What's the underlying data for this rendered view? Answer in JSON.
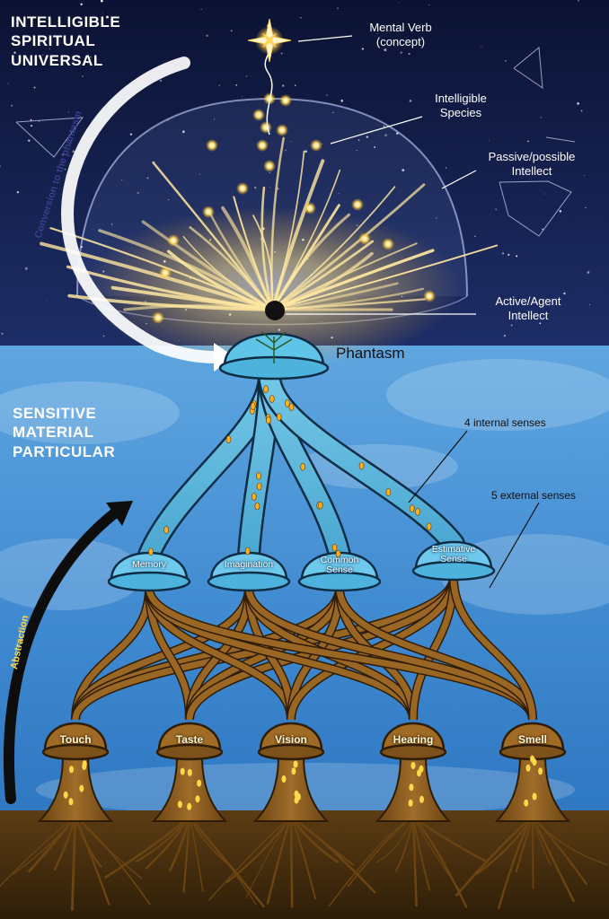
{
  "top_heading": [
    "INTELLIGIBLE",
    "SPIRITUAL",
    "UNIVERSAL"
  ],
  "bottom_heading": [
    "SENSITIVE",
    "MATERIAL",
    "PARTICULAR"
  ],
  "labels": {
    "mental_verb": [
      "Mental Verb",
      "(concept)"
    ],
    "intelligible_species": [
      "Intelligible",
      "Species"
    ],
    "passive_intellect": [
      "Passive/possible",
      "Intellect"
    ],
    "active_intellect": [
      "Active/Agent",
      "Intellect"
    ],
    "phantasm": "Phantasm",
    "internal_senses": "4 internal senses",
    "external_senses": "5 external senses",
    "conversion": "Conversion to the phantasm",
    "abstraction": "Abstraction"
  },
  "internal_senses": [
    {
      "lines": [
        "Memory"
      ]
    },
    {
      "lines": [
        "Imagination"
      ]
    },
    {
      "lines": [
        "Common",
        "Sense"
      ]
    },
    {
      "lines": [
        "Estimative",
        "Sense"
      ]
    }
  ],
  "external_senses": [
    "Touch",
    "Taste",
    "Vision",
    "Hearing",
    "Smell"
  ],
  "colors": {
    "night_sky": "#0f1a45",
    "day_sky": "#5aa3dd",
    "soil": "#4a3212",
    "tree": "#8a5a1c",
    "glow": "#ffd76a",
    "glass": "#7ed3f0"
  }
}
